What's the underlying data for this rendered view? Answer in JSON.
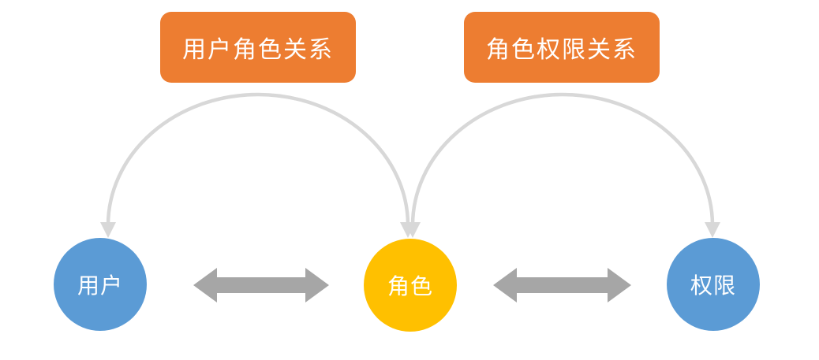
{
  "diagram": {
    "type": "rbac-relationship-diagram",
    "background": "#FFFFFF",
    "relations": [
      {
        "label": "用户角色关系",
        "from": "用户",
        "to": "角色"
      },
      {
        "label": "角色权限关系",
        "from": "角色",
        "to": "权限"
      }
    ],
    "nodes": [
      {
        "label": "用户",
        "color": "#5B9BD5"
      },
      {
        "label": "角色",
        "color": "#FFC000"
      },
      {
        "label": "权限",
        "color": "#5B9BD5"
      }
    ],
    "colors": {
      "relation_box": "#ED7D31",
      "label_text": "#FFFFFF",
      "double_arrow": "#A6A6A6",
      "curved_arrow": "#D8D8D8"
    }
  }
}
